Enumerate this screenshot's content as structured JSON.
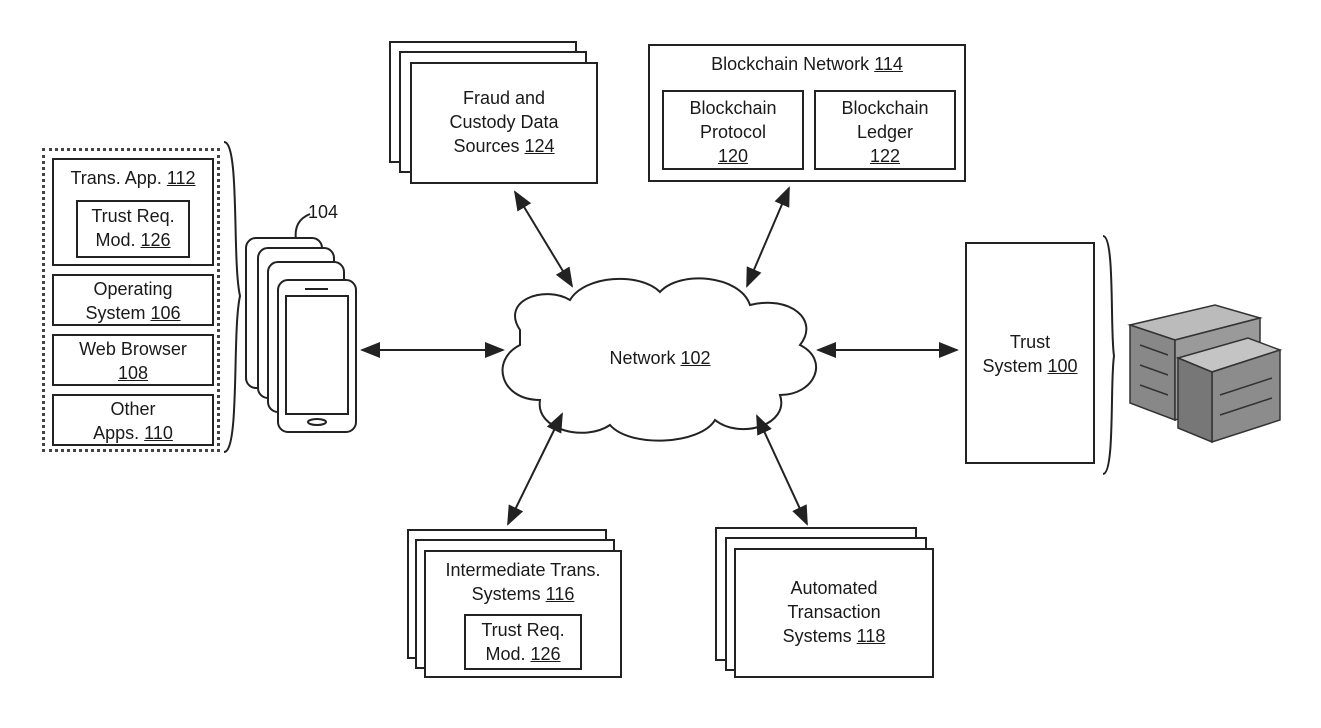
{
  "fraud_sources": {
    "line1": "Fraud and",
    "line2": "Custody Data",
    "line3": "Sources",
    "ref": "124"
  },
  "blockchain_network": {
    "title": "Blockchain Network",
    "ref": "114",
    "protocol": {
      "line1": "Blockchain",
      "line2": "Protocol",
      "ref": "120"
    },
    "ledger": {
      "line1": "Blockchain",
      "line2": "Ledger",
      "ref": "122"
    }
  },
  "client_stack": {
    "trans_app": {
      "label": "Trans. App.",
      "ref": "112"
    },
    "trust_module": {
      "line1": "Trust Req.",
      "line2": "Mod.",
      "ref": "126"
    },
    "os": {
      "line1": "Operating",
      "line2": "System",
      "ref": "106"
    },
    "browser": {
      "line1": "Web Browser",
      "ref": "108"
    },
    "other": {
      "line1": "Other",
      "line2": "Apps.",
      "ref": "110"
    }
  },
  "device": {
    "ref": "104"
  },
  "network": {
    "label": "Network",
    "ref": "102"
  },
  "trust_system": {
    "line1": "Trust",
    "line2": "System",
    "ref": "100"
  },
  "intermediate": {
    "line1": "Intermediate Trans.",
    "line2": "Systems",
    "ref": "116",
    "module": {
      "line1": "Trust Req.",
      "line2": "Mod.",
      "ref": "126"
    }
  },
  "automated": {
    "line1": "Automated",
    "line2": "Transaction",
    "line3": "Systems",
    "ref": "118"
  }
}
